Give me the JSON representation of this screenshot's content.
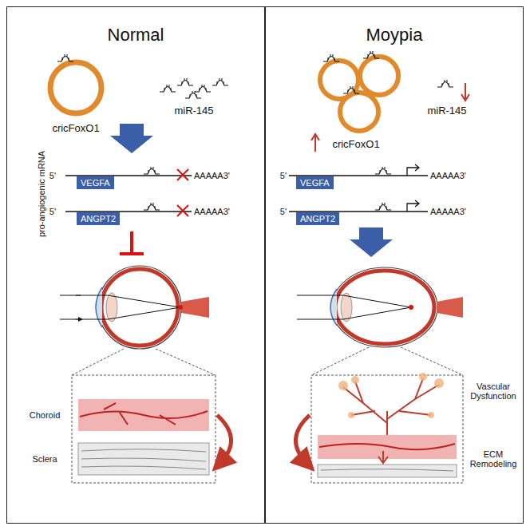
{
  "diagram": {
    "nodes": [
      {
        "text": [
          "Normal"
        ]
      },
      {
        "text": [
          "VEGFA"
        ],
        "in": 0
      },
      {
        "text": [
          "ANGPT2"
        ],
        "in": 0
      },
      {
        "text": [
          "Moypia"
        ]
      },
      {
        "text": [
          "VEGFA"
        ],
        "in": 3
      },
      {
        "text": [
          "ANGPT2"
        ],
        "in": 3
      }
    ],
    "edges": [],
    "labels": [
      "cricFoxO1",
      "miR-145",
      "pro-angiogenic mRNA",
      "5'",
      "AAAAA3'",
      "5'",
      "AAAAA3'",
      "Choroid",
      "Sclera",
      "cricFoxO1",
      "miR-145",
      "5'",
      "AAAAA3'",
      "5'",
      "AAAAA3'",
      "Vascular Dysfunction",
      "ECM Remodeling"
    ]
  }
}
